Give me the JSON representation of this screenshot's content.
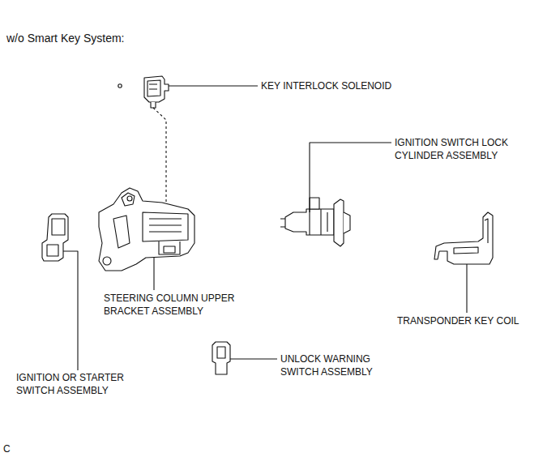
{
  "diagram": {
    "title": "w/o Smart Key System:",
    "labels": [
      "KEY INTERLOCK SOLENOID",
      "IGNITION SWITCH LOCK CYLINDER ASSEMBLY",
      "TRANSPONDER KEY COIL",
      "STEERING COLUMN UPPER BRACKET ASSEMBLY",
      "UNLOCK WARNING SWITCH ASSEMBLY",
      "IGNITION OR STARTER SWITCH ASSEMBLY",
      "C"
    ]
  }
}
